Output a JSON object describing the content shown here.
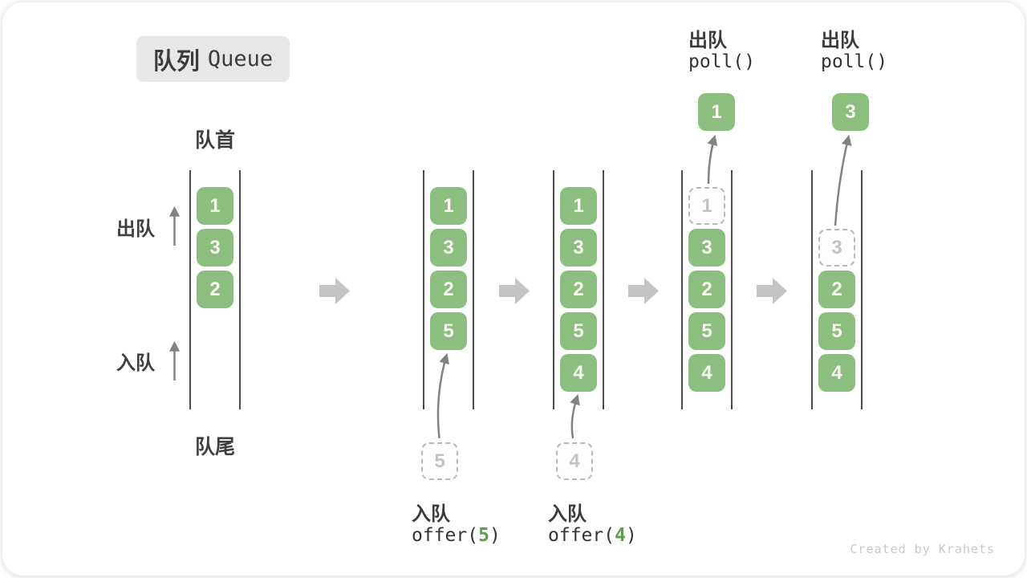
{
  "title": {
    "zh": "队列",
    "en": "Queue"
  },
  "labels": {
    "front": "队首",
    "rear": "队尾",
    "dequeue": "出队",
    "enqueue": "入队"
  },
  "watermark": "Created by Krahets",
  "colors": {
    "box_green": "#8cbe80",
    "code_green": "#5ca04e",
    "text_dark": "#3c3c3c",
    "block_arrow_gray": "#c4c4c4",
    "thin_arrow_gray": "#828282",
    "wall_gray": "#4d4d4d",
    "dashed_gray": "#b9b9b9"
  },
  "diagram": {
    "columns": [
      {
        "name": "state-initial",
        "slots": [
          {
            "slot": 0,
            "value": "1",
            "type": "solid"
          },
          {
            "slot": 1,
            "value": "3",
            "type": "solid"
          },
          {
            "slot": 2,
            "value": "2",
            "type": "solid"
          }
        ]
      },
      {
        "name": "state-after-offer-5",
        "slots": [
          {
            "slot": 0,
            "value": "1",
            "type": "solid"
          },
          {
            "slot": 1,
            "value": "3",
            "type": "solid"
          },
          {
            "slot": 2,
            "value": "2",
            "type": "solid"
          },
          {
            "slot": 3,
            "value": "5",
            "type": "solid"
          }
        ],
        "incoming": {
          "value": "5"
        },
        "op_below": {
          "action": "入队",
          "code_before": "offer(",
          "arg": "5",
          "code_after": ")"
        }
      },
      {
        "name": "state-after-offer-4",
        "slots": [
          {
            "slot": 0,
            "value": "1",
            "type": "solid"
          },
          {
            "slot": 1,
            "value": "3",
            "type": "solid"
          },
          {
            "slot": 2,
            "value": "2",
            "type": "solid"
          },
          {
            "slot": 3,
            "value": "5",
            "type": "solid"
          },
          {
            "slot": 4,
            "value": "4",
            "type": "solid"
          }
        ],
        "incoming": {
          "value": "4"
        },
        "op_below": {
          "action": "入队",
          "code_before": "offer(",
          "arg": "4",
          "code_after": ")"
        }
      },
      {
        "name": "state-after-poll-1",
        "slots": [
          {
            "slot": 0,
            "value": "1",
            "type": "dashed"
          },
          {
            "slot": 1,
            "value": "3",
            "type": "solid"
          },
          {
            "slot": 2,
            "value": "2",
            "type": "solid"
          },
          {
            "slot": 3,
            "value": "5",
            "type": "solid"
          },
          {
            "slot": 4,
            "value": "4",
            "type": "solid"
          }
        ],
        "outgoing": {
          "value": "1"
        },
        "op_top": {
          "action": "出队",
          "code": "poll()"
        }
      },
      {
        "name": "state-after-poll-3",
        "slots": [
          {
            "slot": 1,
            "value": "3",
            "type": "dashed"
          },
          {
            "slot": 2,
            "value": "2",
            "type": "solid"
          },
          {
            "slot": 3,
            "value": "5",
            "type": "solid"
          },
          {
            "slot": 4,
            "value": "4",
            "type": "solid"
          }
        ],
        "outgoing": {
          "value": "3"
        },
        "op_top": {
          "action": "出队",
          "code": "poll()"
        }
      }
    ]
  }
}
